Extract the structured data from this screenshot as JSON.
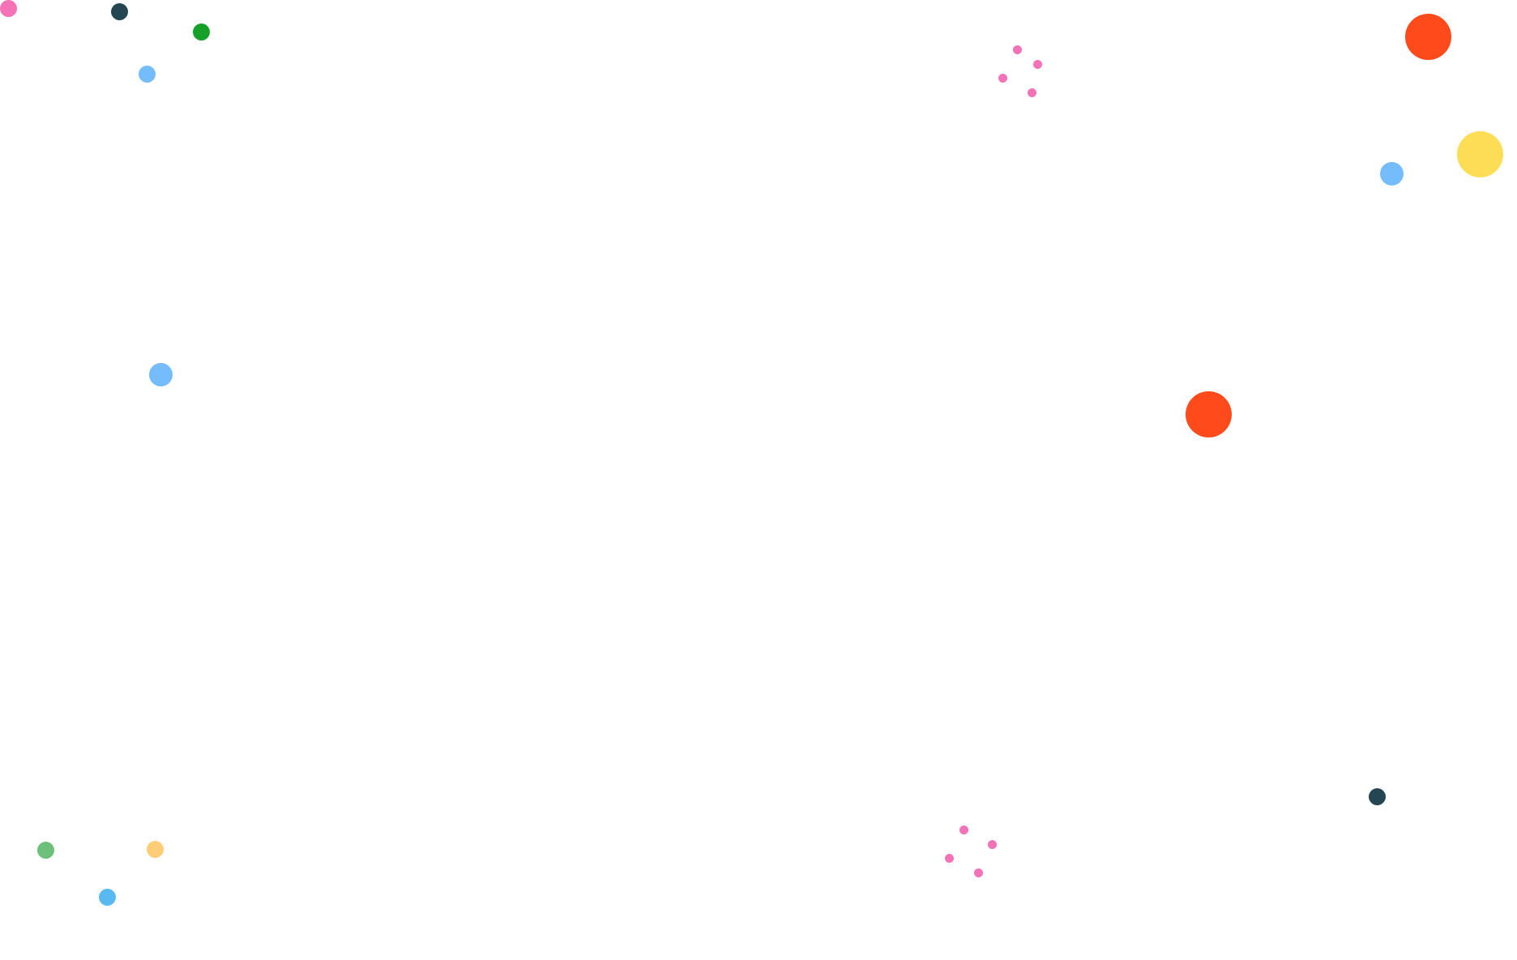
{
  "palette": {
    "pink": "#f472b6",
    "dark_slate": "#244652",
    "green": "#16a02a",
    "light_green": "#6cc07a",
    "light_blue": "#74bcfb",
    "sky_blue": "#5ab9f0",
    "orange_red": "#ff4a1c",
    "yellow": "#fddd55",
    "pale_orange": "#ffcc77"
  },
  "decorations": [
    {
      "name": "confetti-dot",
      "color": "pink"
    },
    {
      "name": "confetti-dot",
      "color": "dark_slate"
    },
    {
      "name": "confetti-dot",
      "color": "green"
    },
    {
      "name": "confetti-dot",
      "color": "light_blue"
    },
    {
      "name": "confetti-dot",
      "color": "light_blue"
    },
    {
      "name": "confetti-dot",
      "color": "light_green"
    },
    {
      "name": "confetti-dot",
      "color": "pale_orange"
    },
    {
      "name": "confetti-dot",
      "color": "sky_blue"
    },
    {
      "name": "confetti-dot",
      "color": "orange_red"
    },
    {
      "name": "confetti-dot",
      "color": "yellow"
    },
    {
      "name": "confetti-dot",
      "color": "light_blue"
    },
    {
      "name": "confetti-dot",
      "color": "orange_red"
    },
    {
      "name": "confetti-dot",
      "color": "dark_slate"
    },
    {
      "name": "pink-dot-cluster",
      "color": "pink"
    },
    {
      "name": "pink-dot-cluster",
      "color": "pink"
    }
  ]
}
